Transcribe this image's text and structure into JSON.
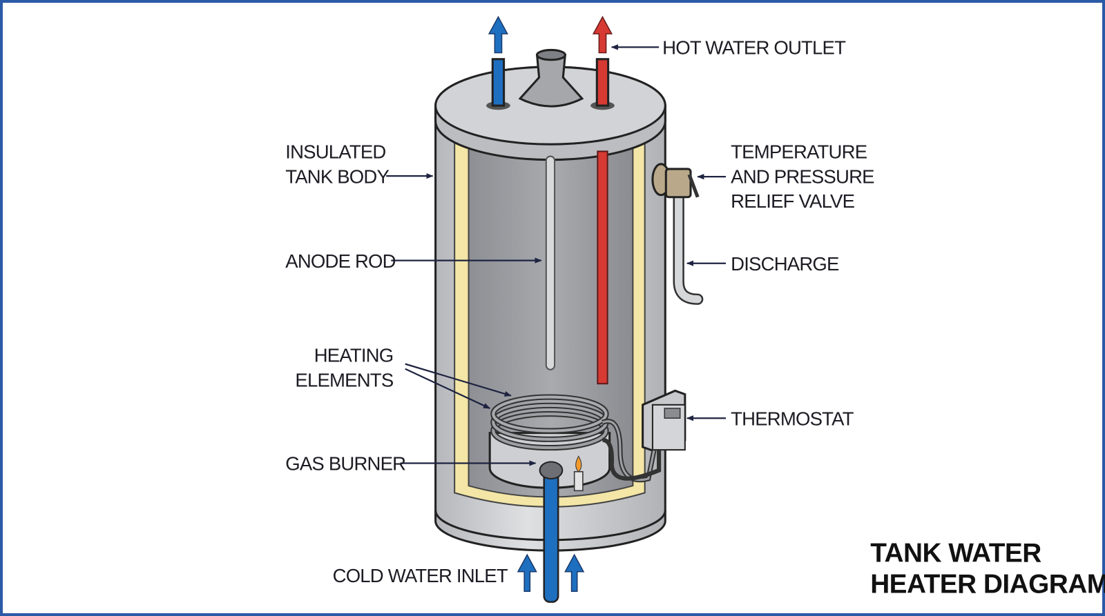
{
  "title": {
    "line1": "TANK WATER",
    "line2": "HEATER DIAGRAM"
  },
  "labels": {
    "hot_water_outlet": "HOT WATER OUTLET",
    "insulated_tank_body": [
      "INSULATED",
      "TANK BODY"
    ],
    "anode_rod": "ANODE ROD",
    "heating_elements": [
      "HEATING",
      "ELEMENTS"
    ],
    "gas_burner": "GAS BURNER",
    "cold_water_inlet": "COLD WATER INLET",
    "tpr_valve": [
      "TEMPERATURE",
      "AND PRESSURE",
      "RELIEF VALVE"
    ],
    "discharge": "DISCHARGE",
    "thermostat": "THERMOSTAT"
  },
  "colors": {
    "frame": "#2b5aa6",
    "cold": "#1f6fc0",
    "hot": "#d63a32",
    "insulation": "#f3e6a6",
    "shell": "#c9cacd",
    "interior": "#9c9ea3"
  }
}
